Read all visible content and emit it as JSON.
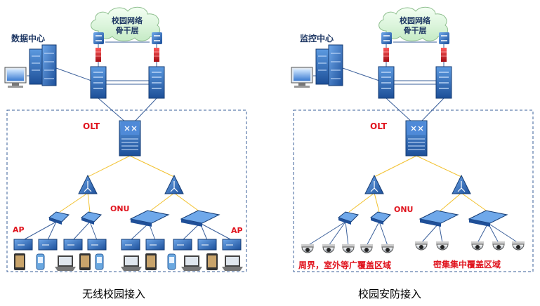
{
  "left": {
    "cloud_line1": "校园网络",
    "cloud_line2": "骨干层",
    "datacenter_label": "数据中心",
    "olt_label": "OLT",
    "onu_label": "ONU",
    "ap_label_left": "AP",
    "ap_label_right": "AP",
    "caption": "无线校园接入"
  },
  "right": {
    "cloud_line1": "校园网络",
    "cloud_line2": "骨干层",
    "monitor_label": "监控中心",
    "olt_label": "OLT",
    "onu_label": "ONU",
    "zone_left": "周界，室外等广覆盖区域",
    "zone_right": "密集集中覆盖区域",
    "caption": "校园安防接入"
  },
  "colors": {
    "fiber": "#f2c12e",
    "ethernet": "#3a5f9a",
    "device_blue": "#2f6fc0",
    "dash_border": "#3a5f9a",
    "accent_red": "#e0141e"
  },
  "icons": {
    "server": "server-rack-icon",
    "workstation": "monitor-icon",
    "switch": "core-switch-icon",
    "firewall": "firewall-icon",
    "olt": "olt-chassis-icon",
    "splitter": "optical-splitter-icon",
    "onu": "onu-icon",
    "ap": "access-point-icon",
    "camera": "dome-camera-icon"
  }
}
